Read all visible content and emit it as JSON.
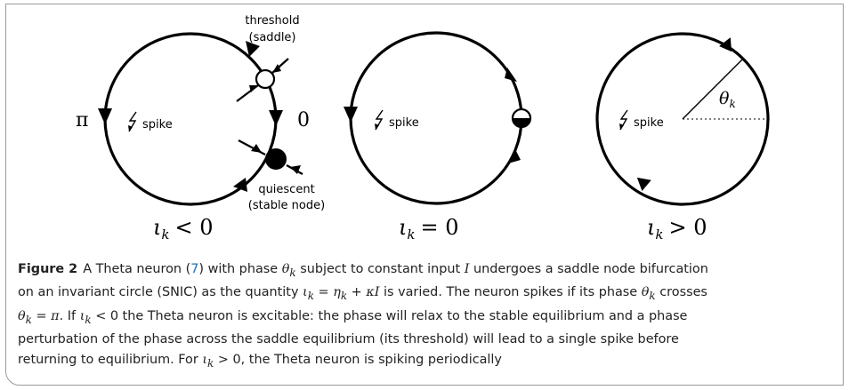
{
  "panels": {
    "left": {
      "threshold_label": "threshold",
      "saddle_label": "(saddle)",
      "quiescent_label": "quiescent",
      "stable_node_label": "(stable node)",
      "pi_label": "π",
      "zero_label": "0",
      "spike_label": "spike",
      "condition": "ι",
      "condition_sub": "k",
      "condition_rel": "< 0"
    },
    "middle": {
      "spike_label": "spike",
      "condition": "ι",
      "condition_sub": "k",
      "condition_rel": "= 0"
    },
    "right": {
      "spike_label": "spike",
      "theta": "θ",
      "theta_sub": "k",
      "condition": "ι",
      "condition_sub": "k",
      "condition_rel": "> 0"
    }
  },
  "caption": {
    "figure_label": "Figure 2",
    "line1_a": "A Theta neuron (",
    "line1_ref": "7",
    "line1_b": ") with phase ",
    "line1_theta": "θ",
    "line1_theta_sub": "k",
    "line1_c": " subject to constant input ",
    "line1_I": "I",
    "line1_d": " undergoes a saddle node bifurcation",
    "line2_a": "on an invariant circle (SNIC) as the quantity ",
    "line2_iota": "ι",
    "line2_iota_sub": "k",
    "line2_eq": " = ",
    "line2_eta": "η",
    "line2_eta_sub": "k",
    "line2_plus": " + ",
    "line2_kappa": "κ",
    "line2_I": "I",
    "line2_b": " is varied. The neuron spikes if its phase ",
    "line2_theta": "θ",
    "line2_theta_sub": "k",
    "line2_c": " crosses",
    "line3_theta": "θ",
    "line3_theta_sub": "k",
    "line3_eq": " = ",
    "line3_pi": "π",
    "line3_a": ". If ",
    "line3_iota": "ι",
    "line3_iota_sub": "k",
    "line3_b": " < 0 the Theta neuron is excitable: the phase will relax to the stable equilibrium and a phase",
    "line4": "perturbation of the phase across the saddle equilibrium (its threshold) will lead to a single spike before",
    "line5_a": "returning to equilibrium. For ",
    "line5_iota": "ι",
    "line5_iota_sub": "k",
    "line5_b": " > 0, the Theta neuron is spiking periodically"
  }
}
